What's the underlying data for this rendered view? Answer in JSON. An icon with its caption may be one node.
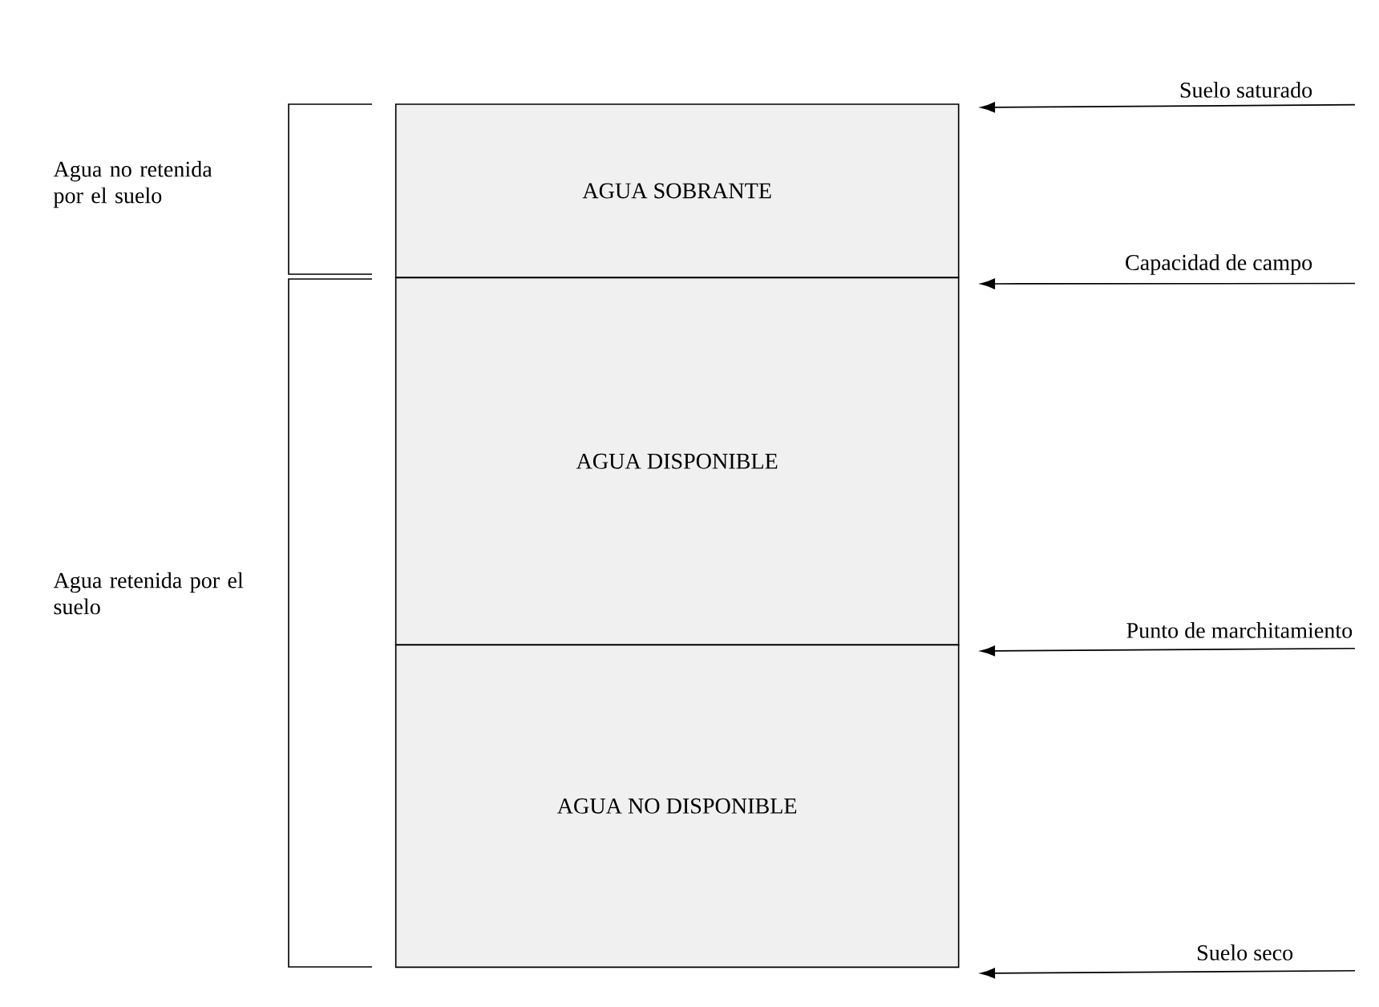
{
  "diagram": {
    "nodes": [
      {
        "text": [
          "AGUA SOBRANTE"
        ]
      },
      {
        "text": [
          "AGUA DISPONIBLE"
        ]
      },
      {
        "text": [
          "AGUA NO DISPONIBLE"
        ]
      },
      {
        "text": [
          "Suelo saturado"
        ]
      },
      {
        "text": [
          "Capacidad de campo"
        ]
      },
      {
        "text": [
          "Punto de marchitamiento"
        ]
      },
      {
        "text": [
          "Suelo seco"
        ]
      }
    ],
    "edges": [
      {
        "from": 3,
        "to": null,
        "arrow": "to"
      },
      {
        "from": 4,
        "to": null,
        "arrow": "to"
      },
      {
        "from": 5,
        "to": null,
        "arrow": "to"
      },
      {
        "from": 6,
        "to": null,
        "arrow": "to"
      }
    ],
    "labels": [
      "Agua no retenida por el suelo",
      "Agua retenida por el suelo"
    ]
  }
}
